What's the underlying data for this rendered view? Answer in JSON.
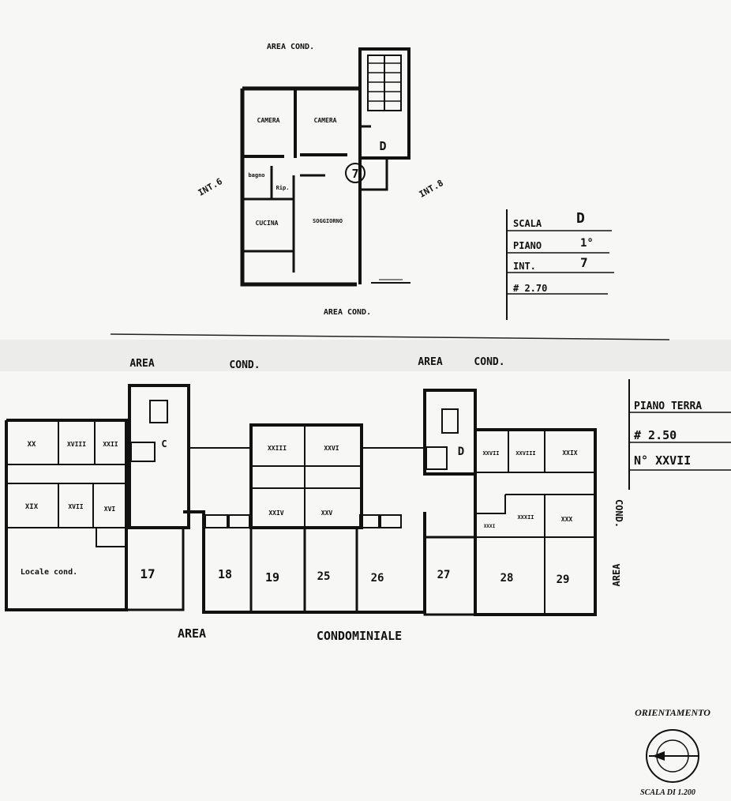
{
  "upper_plan": {
    "top_area": "AREA COND.",
    "bottom_area": "AREA COND.",
    "left_unit": "INT.6",
    "right_unit": "INT.8",
    "stair_letter": "D",
    "unit_number": "7",
    "rooms": {
      "camera_left": "CAMERA",
      "camera_right": "CAMERA",
      "bagno": "bagno",
      "rip": "Rip.",
      "cucina": "CUCINA",
      "soggiorno": "SOGGIORNO"
    }
  },
  "info_box": {
    "scala": "SCALA",
    "scala_value": "D",
    "piano": "PIANO",
    "piano_value": "1°",
    "int": "INT.",
    "int_value": "7",
    "height": "# 2.70"
  },
  "ground_plan": {
    "area_top_left_1": "AREA",
    "area_top_left_2": "COND.",
    "area_top_right_1": "AREA",
    "area_top_right_2": "COND.",
    "area_bottom_1": "AREA",
    "area_bottom_2": "CONDOMINIALE",
    "area_right_1": "COND.",
    "area_right_2": "AREA",
    "stair_left_letter": "C",
    "stair_right_letter": "D",
    "cellars": [
      "XX",
      "XVIII",
      "XXII",
      "XIX",
      "XVII",
      "XVI",
      "XXIII",
      "XXVI",
      "XXIV",
      "XXV",
      "XXVII",
      "XXVIII",
      "XXIX",
      "XXXI",
      "XXXII",
      "XXX"
    ],
    "local_cond": "Locale cond.",
    "garages": [
      "17",
      "18",
      "19",
      "25",
      "26",
      "27",
      "28",
      "29"
    ]
  },
  "ground_box": {
    "title": "PIANO TERRA",
    "height": "# 2.50",
    "count": "N° XXVII"
  },
  "orientation": "ORIENTAMENTO",
  "scale": "SCALA DI 1.200"
}
